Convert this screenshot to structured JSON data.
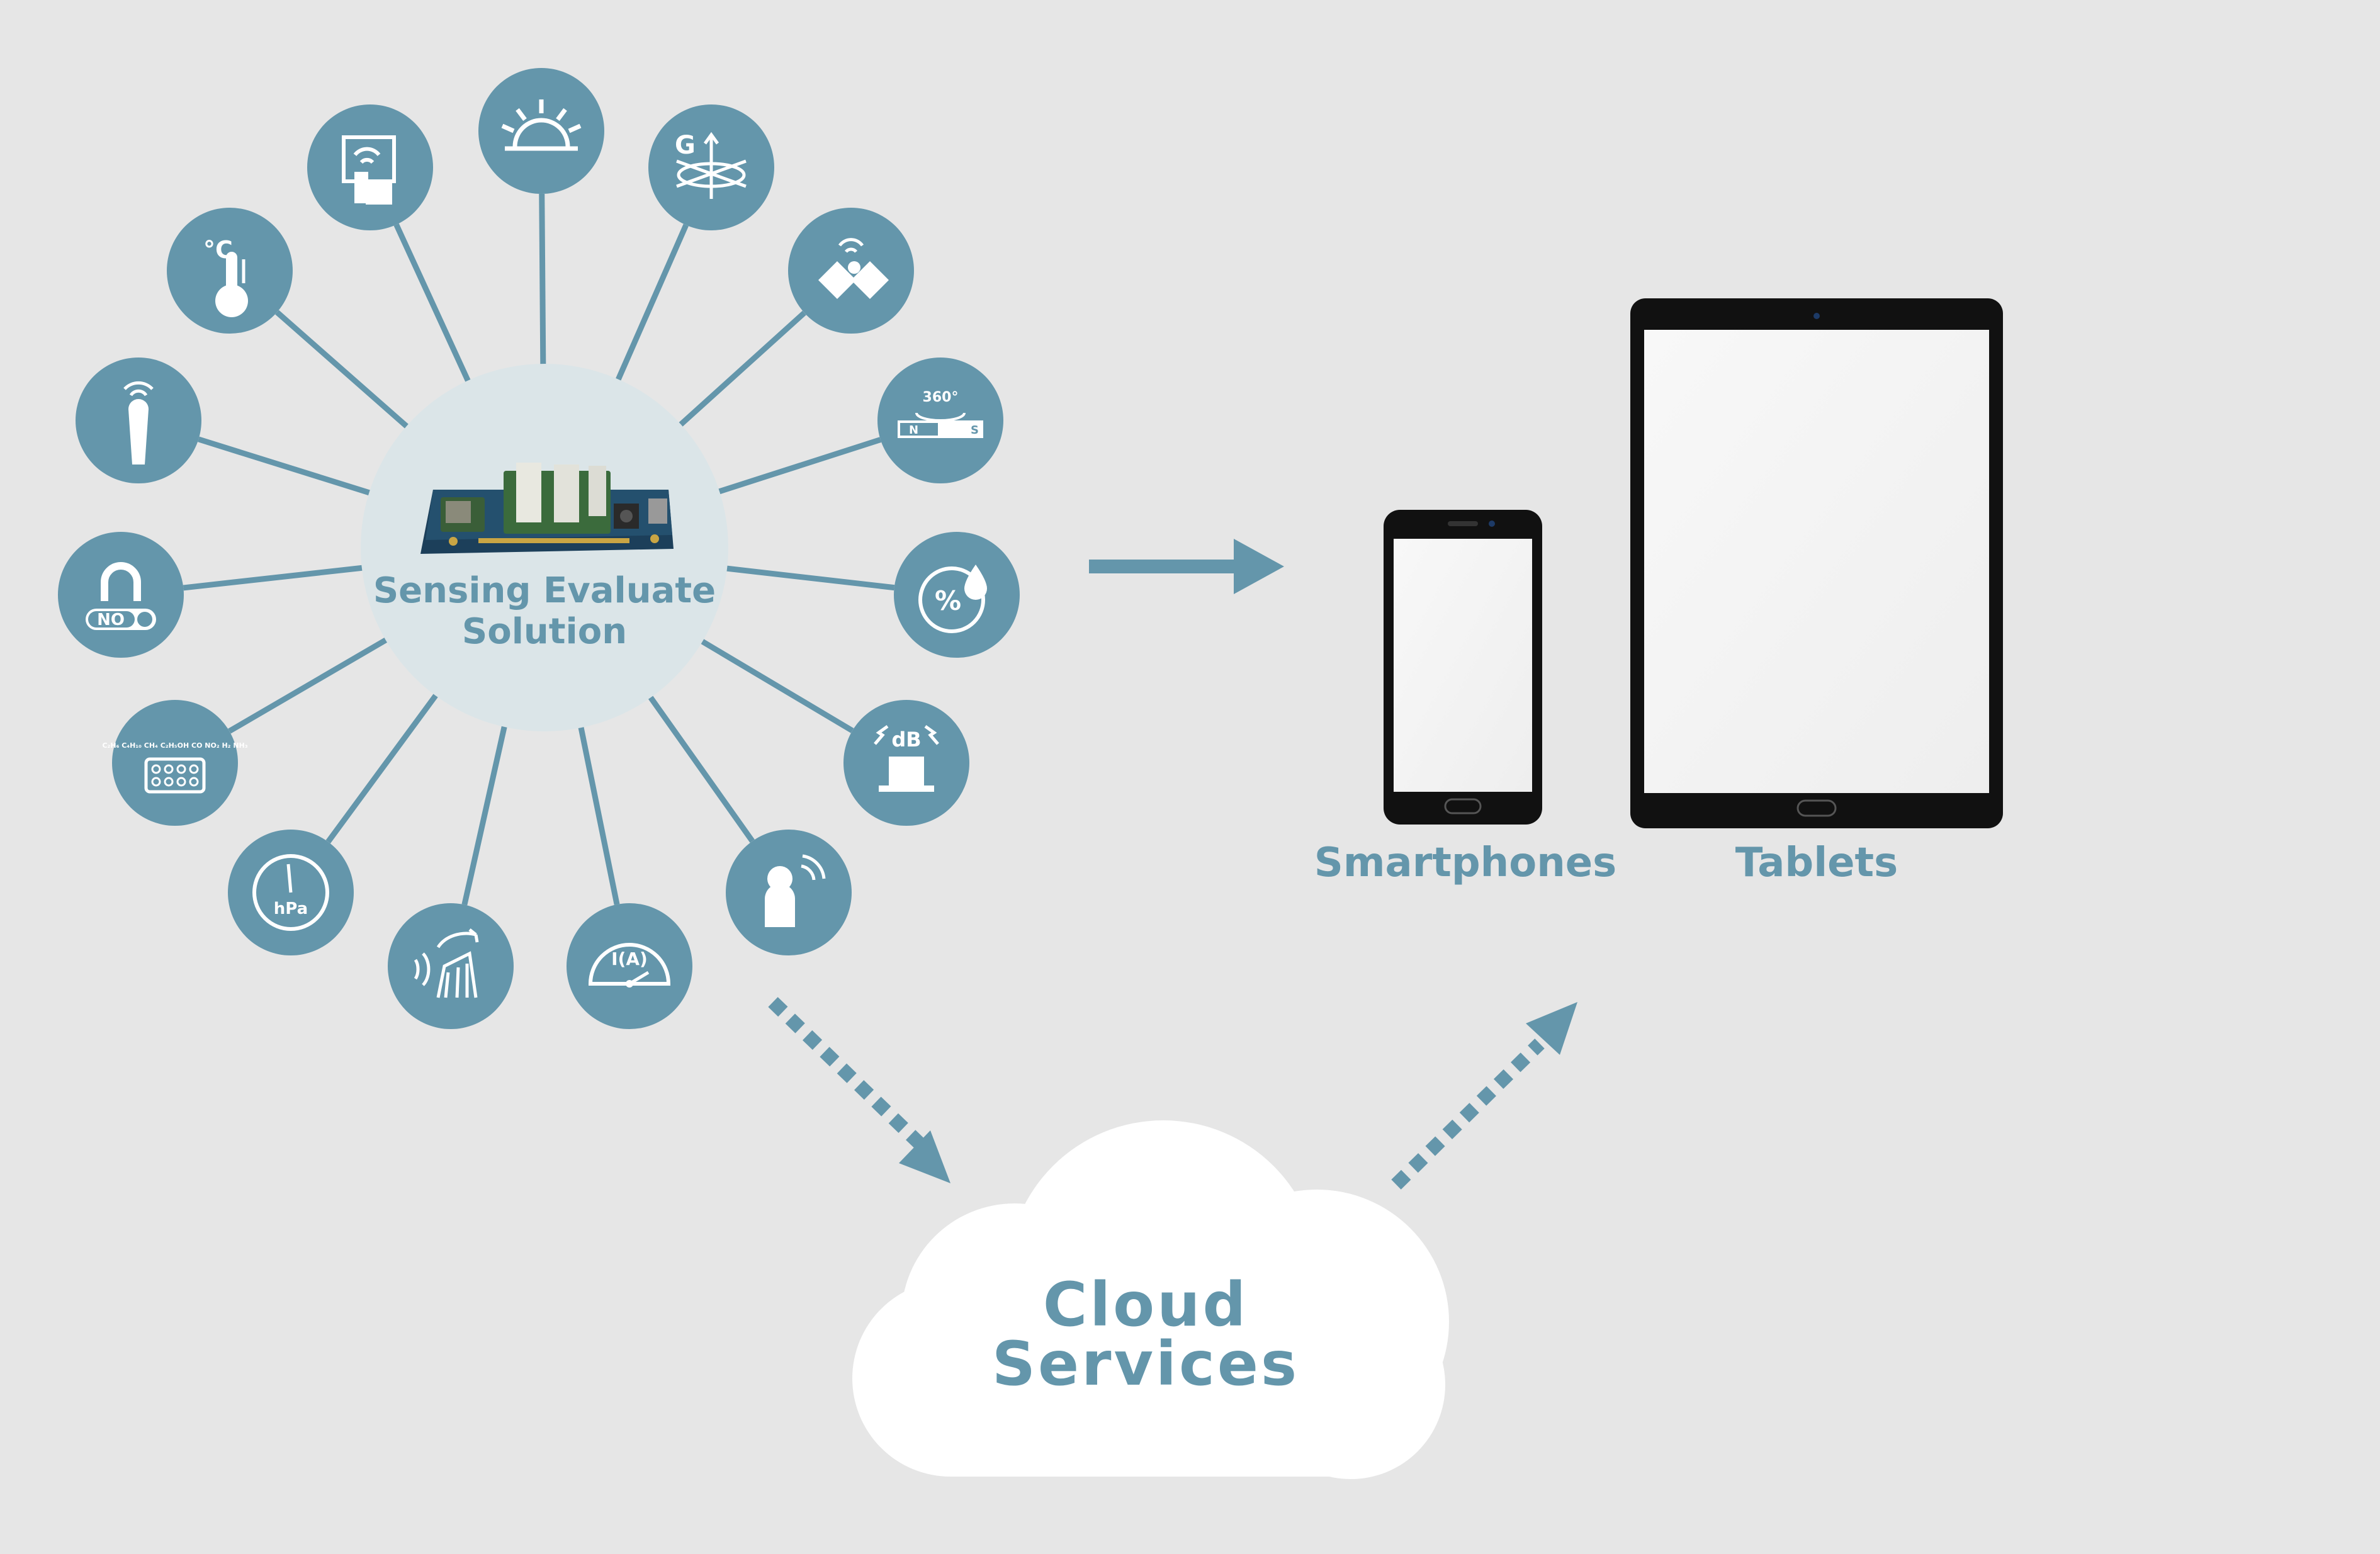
{
  "colors": {
    "background": "#e6e6e6",
    "accent": "#6496ab",
    "hub": "#dbe5e8",
    "device_frame": "#111111",
    "screen": "#f4f4f4",
    "cloud": "#ffffff"
  },
  "hub": {
    "title_line1": "Sensing Evaluate",
    "title_line2": "Solution",
    "image": "sensor-board"
  },
  "sensors": [
    {
      "icon": "temperature-sensor-icon",
      "text": "°C"
    },
    {
      "icon": "touch-panel-sensor-icon",
      "text": ""
    },
    {
      "icon": "illuminance-sensor-icon",
      "text": ""
    },
    {
      "icon": "accelerometer-gyro-icon",
      "text": "G"
    },
    {
      "icon": "proximity-sensor-icon",
      "text": ""
    },
    {
      "icon": "magnetic-sensor-icon",
      "text": "360°"
    },
    {
      "icon": "humidity-sensor-icon",
      "text": "%"
    },
    {
      "icon": "sound-level-sensor-icon",
      "text": "dB"
    },
    {
      "icon": "human-presence-sensor-icon",
      "text": ""
    },
    {
      "icon": "current-sensor-icon",
      "text": "I(A)"
    },
    {
      "icon": "flow-sensor-icon",
      "text": ""
    },
    {
      "icon": "pressure-sensor-icon",
      "text": "hPa"
    },
    {
      "icon": "gas-sensor-icon",
      "text": "C₂H₆ C₄H₁₀ CH₄ C₂H₅OH CO NO₂ H₂ NH₃"
    },
    {
      "icon": "hall-switch-sensor-icon",
      "text": "NO"
    },
    {
      "icon": "remote-control-sensor-icon",
      "text": ""
    }
  ],
  "magnet_labels": {
    "north": "N",
    "south": "S"
  },
  "devices": {
    "smartphone_label": "Smartphones",
    "tablet_label": "Tablets"
  },
  "cloud": {
    "line1": "Cloud",
    "line2": "Services"
  }
}
